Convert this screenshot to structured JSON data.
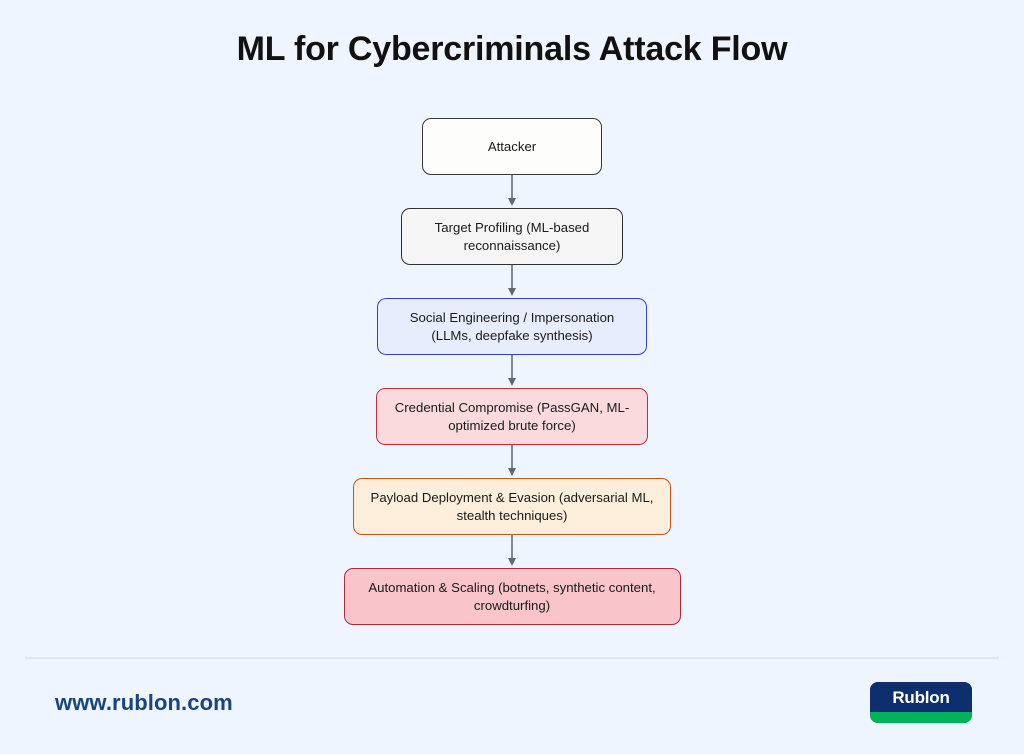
{
  "page": {
    "title": "ML for Cybercriminals Attack Flow",
    "background_color": "#eff5fe"
  },
  "diagram": {
    "type": "flowchart",
    "orientation": "top-to-bottom",
    "nodes": [
      {
        "id": "attacker",
        "label": "Attacker",
        "fill_color": "#fdfdfb",
        "border_color": "#37383c",
        "text_color": "#1a1a1a"
      },
      {
        "id": "target-profiling",
        "label": "Target Profiling (ML-based reconnaissance)",
        "fill_color": "#f5f5f5",
        "border_color": "#2f3033",
        "text_color": "#1a1a1a"
      },
      {
        "id": "social-engineering",
        "label": "Social Engineering / Impersonation (LLMs, deepfake synthesis)",
        "fill_color": "#e7edfd",
        "border_color": "#3641c8",
        "text_color": "#1a1a1a"
      },
      {
        "id": "credential-compromise",
        "label": "Credential Compromise (PassGAN, ML-optimized brute force)",
        "fill_color": "#fadadd",
        "border_color": "#b93038",
        "text_color": "#1a1a1a"
      },
      {
        "id": "payload-deployment",
        "label": "Payload Deployment & Evasion (adversarial ML, stealth techniques)",
        "fill_color": "#fdeedb",
        "border_color": "#c2571b",
        "text_color": "#1a1a1a"
      },
      {
        "id": "automation-scaling",
        "label": "Automation & Scaling (botnets, synthetic content, crowdturfing)",
        "fill_color": "#f9c4ca",
        "border_color": "#ab2b38",
        "text_color": "#1a1a1a"
      }
    ],
    "edges": [
      {
        "from": "attacker",
        "to": "target-profiling"
      },
      {
        "from": "target-profiling",
        "to": "social-engineering"
      },
      {
        "from": "social-engineering",
        "to": "credential-compromise"
      },
      {
        "from": "credential-compromise",
        "to": "payload-deployment"
      },
      {
        "from": "payload-deployment",
        "to": "automation-scaling"
      }
    ],
    "edge_color": "#5f6672"
  },
  "footer": {
    "url": "www.rublon.com",
    "url_color": "#18457f",
    "logo": {
      "name": "rublon-logo",
      "text": "Rublon",
      "navy_color": "#0e2f6e",
      "green_color": "#00b259"
    }
  }
}
